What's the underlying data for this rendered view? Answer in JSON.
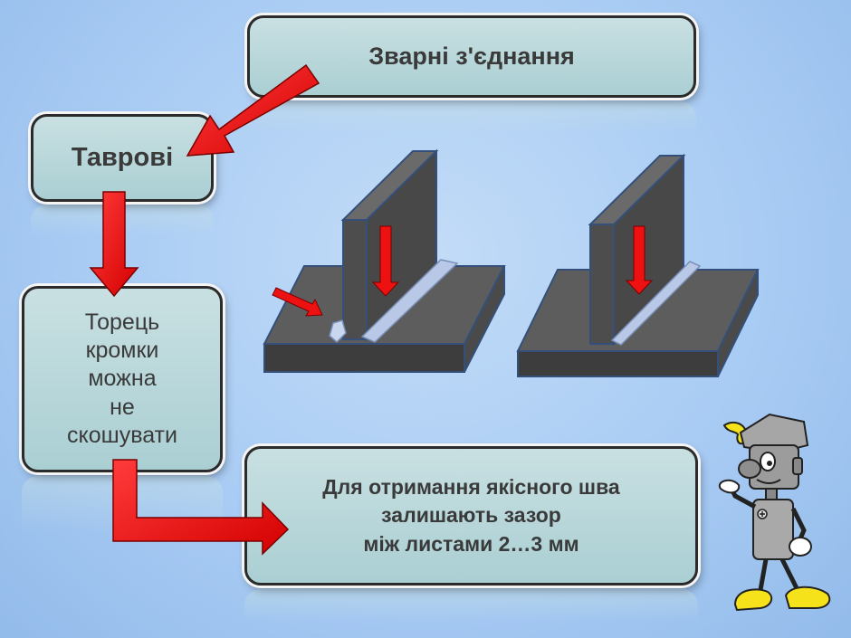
{
  "title": "Зварні з'єднання",
  "joint_type": "Таврові",
  "edge_note": "Торець\nкромки\nможна\nне\nскошувати",
  "gap_tip": "Для отримання якісного шва\nзалишають зазор\nміж листами 2…3 мм",
  "colors": {
    "box_fill": "#b7d7da",
    "arrow": "#ee1111",
    "plate_top": "#5d5d5d",
    "plate_front": "#3d3d3d",
    "weld": "#b8c8e6",
    "mascot_yellow": "#f5e21a"
  }
}
